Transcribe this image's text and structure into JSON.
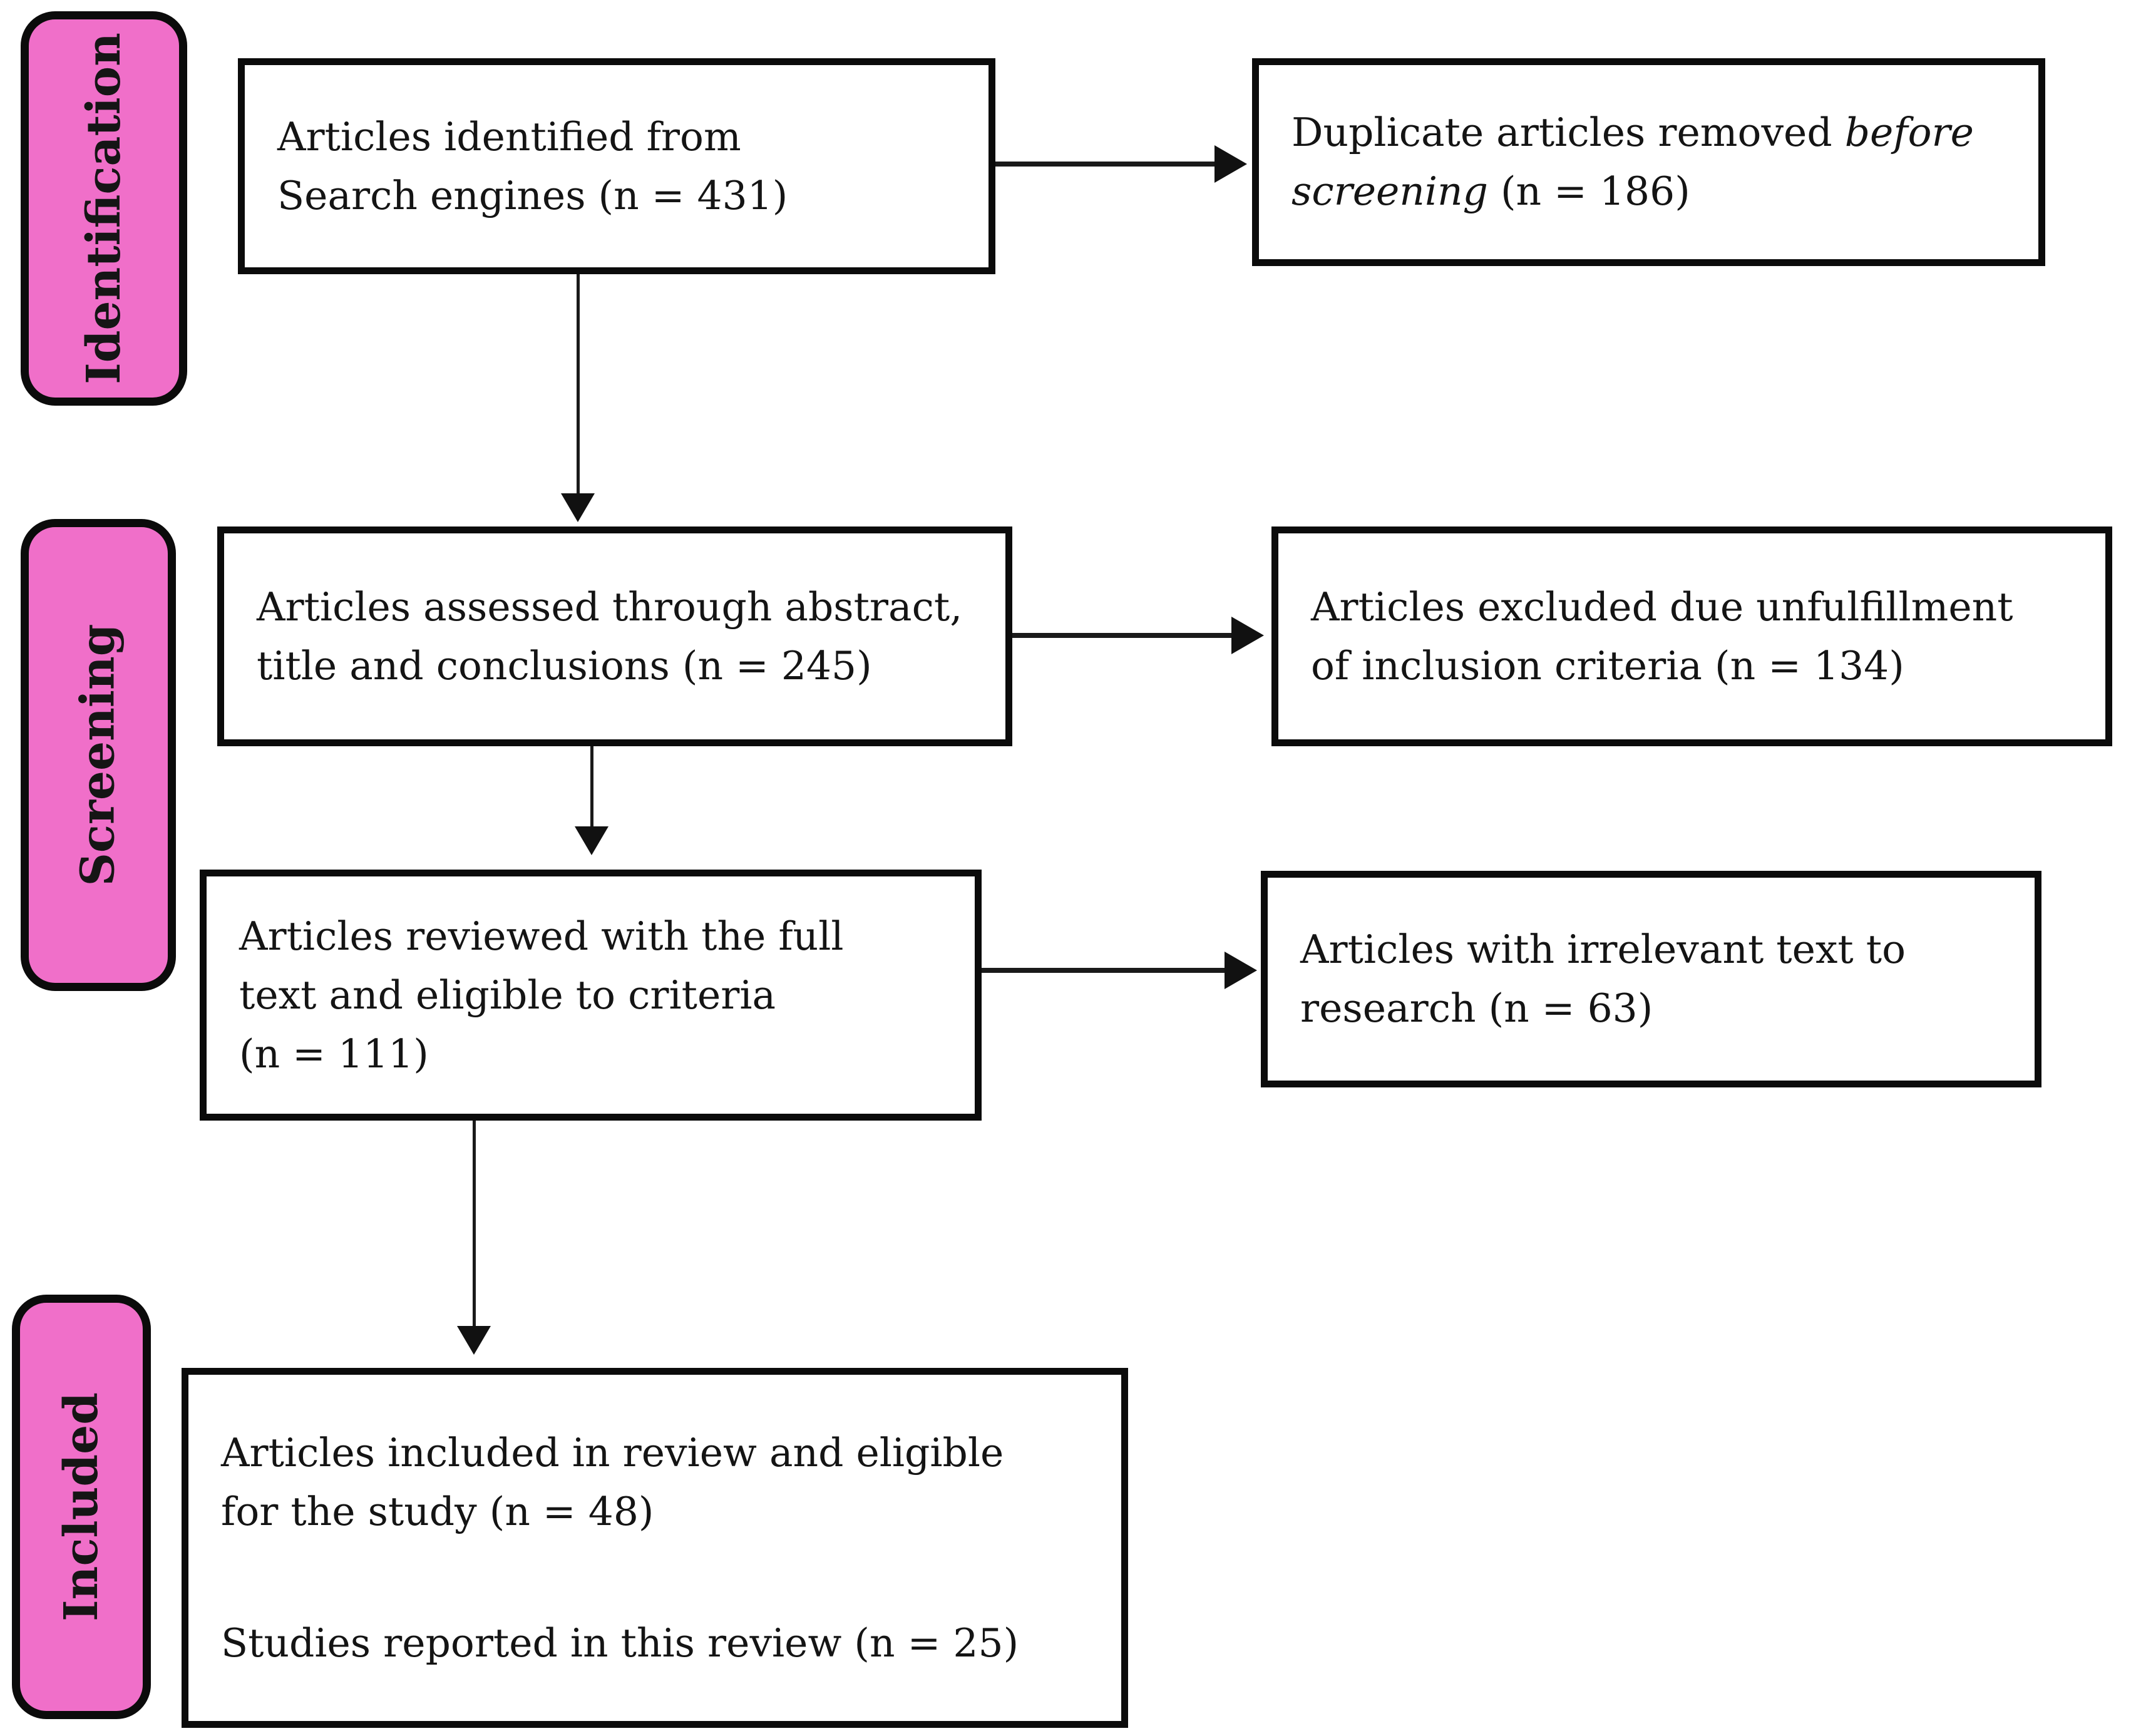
{
  "diagram": {
    "colors": {
      "stage_fill": "#F06FC9",
      "outline": "#0b0b0b",
      "text": "#141414"
    },
    "stages": {
      "identification": "Identification",
      "screening": "Screening",
      "included": "Included"
    },
    "boxes": {
      "identified": {
        "line1": "Articles identified from",
        "line2": "Search engines (n = 431)"
      },
      "duplicates": {
        "line1_normal": "Duplicate articles removed ",
        "line1_italic": "before",
        "line2_italic": "screening",
        "line2_normal": " (n = 186)"
      },
      "assessed": {
        "line1": "Articles assessed through abstract,",
        "line2": "title and conclusions (n = 245)"
      },
      "excluded_criteria": {
        "line1": "Articles excluded due unfulfillment",
        "line2": "of inclusion criteria (n = 134)"
      },
      "full_text": {
        "line1": "Articles reviewed with the full",
        "line2": "text and eligible to criteria",
        "line3": "(n = 111)"
      },
      "irrelevant": {
        "line1": "Articles with irrelevant text to",
        "line2": "research (n = 63)"
      },
      "included_review": {
        "para1_line1": "Articles included in review and eligible",
        "para1_line2": "for the study (n = 48)",
        "para2": "Studies reported in this review (n = 25)"
      }
    }
  }
}
